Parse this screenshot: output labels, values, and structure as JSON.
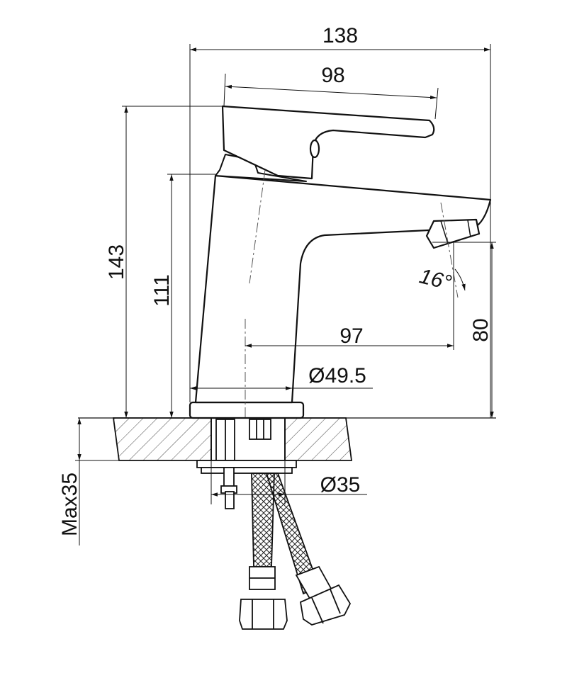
{
  "dimensions": {
    "overall_width": "138",
    "handle_length": "98",
    "total_height": "143",
    "body_height": "111",
    "spout_reach": "97",
    "spout_height": "80",
    "spout_angle": "16°",
    "base_diameter": "Ø49.5",
    "mount_diameter": "Ø35",
    "max_counter_thickness": "Max35"
  }
}
